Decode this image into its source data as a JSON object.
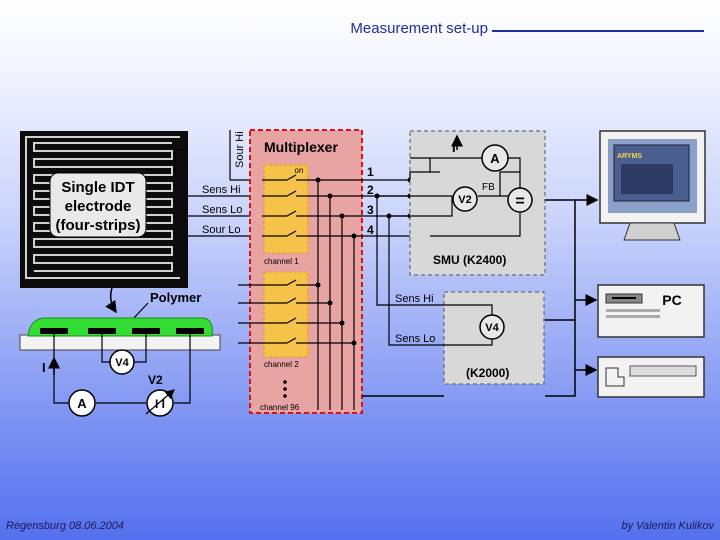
{
  "title": "Measurement set-up",
  "footer": {
    "left": "Regensburg 08.06.2004",
    "right": "by Valentin Kulikov"
  },
  "electrode": {
    "lines": [
      "Single IDT",
      "electrode",
      "(four-strips)"
    ],
    "terminal_labels": [
      "Sour Hi",
      "Sens Hi",
      "Sens Lo",
      "Sour Lo"
    ]
  },
  "multiplexer": {
    "title": "Multiplexer",
    "on_label": "on",
    "channel_labels": [
      "channel 1",
      "channel 2",
      "channel 96"
    ],
    "line_numbers": [
      "1",
      "2",
      "3",
      "4"
    ]
  },
  "smu": {
    "label": "SMU (K2400)",
    "current": "I",
    "ammeter": "A",
    "fb": "FB",
    "v2": "V2",
    "source": "="
  },
  "k2000": {
    "label": "(K2000)",
    "v4": "V4",
    "sens_hi": "Sens Hi",
    "sens_lo": "Sens Lo"
  },
  "pc": {
    "label": "PC",
    "screen_title": "ARYMS"
  },
  "polymer_label": "Polymer",
  "schematic": {
    "current": "I",
    "v4": "V4",
    "v2": "V2",
    "ammeter": "A",
    "source": "I I"
  }
}
